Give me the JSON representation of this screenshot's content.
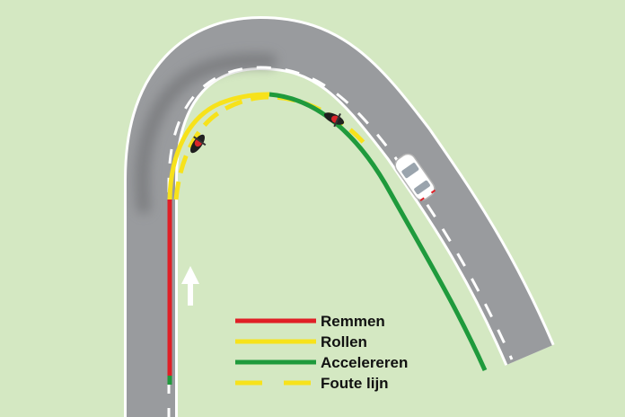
{
  "legend": {
    "items": [
      {
        "id": "remmen",
        "label": "Remmen",
        "color": "#e01f26",
        "dashed": false
      },
      {
        "id": "rollen",
        "label": "Rollen",
        "color": "#f7e21b",
        "dashed": false
      },
      {
        "id": "accelereren",
        "label": "Accelereren",
        "color": "#1f9a3c",
        "dashed": false
      },
      {
        "id": "foute-lijn",
        "label": "Foute lijn",
        "color": "#f7e21b",
        "dashed": true
      }
    ]
  },
  "colors": {
    "background": "#d4e8c2",
    "road": "#999b9e",
    "road_edge": "#ffffff",
    "lane_marking": "#ffffff"
  },
  "icons": {
    "direction_arrow": "up-arrow-icon",
    "motorcycles": [
      "motorcycle-icon",
      "motorcycle-icon"
    ],
    "car": "car-icon"
  }
}
